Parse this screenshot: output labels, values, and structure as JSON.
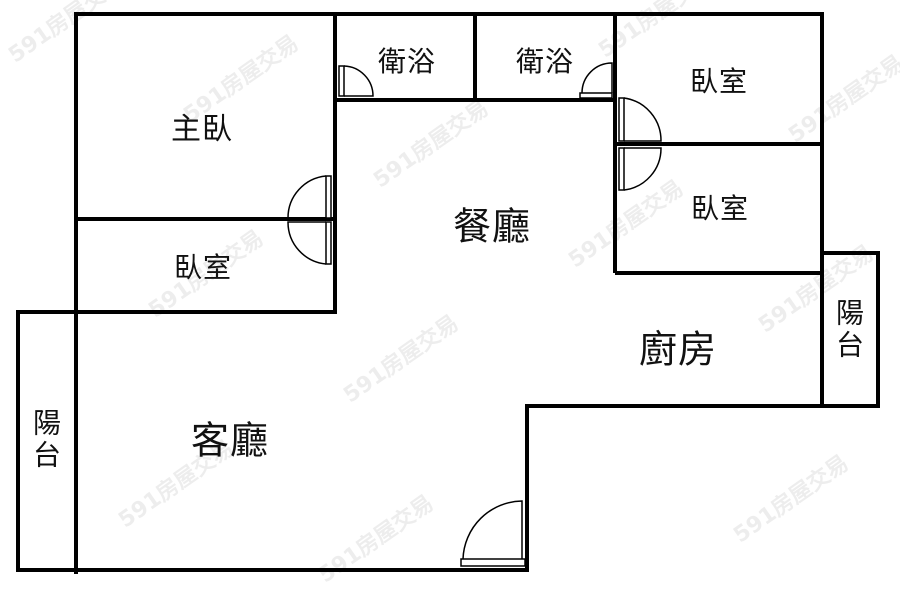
{
  "floor_plan": {
    "rooms": {
      "master_bedroom": "主臥",
      "bedroom_left": "臥室",
      "bath_1": "衛浴",
      "bath_2": "衛浴",
      "bedroom_top_right": "臥室",
      "bedroom_mid_right": "臥室",
      "dining": "餐廳",
      "kitchen": "廚房",
      "balcony_right": "陽台",
      "balcony_left": "陽台",
      "living": "客廳"
    },
    "watermark": "591房屋交易",
    "colors": {
      "wall": "#000000",
      "background": "#ffffff",
      "watermark": "#e6e6e6"
    }
  }
}
